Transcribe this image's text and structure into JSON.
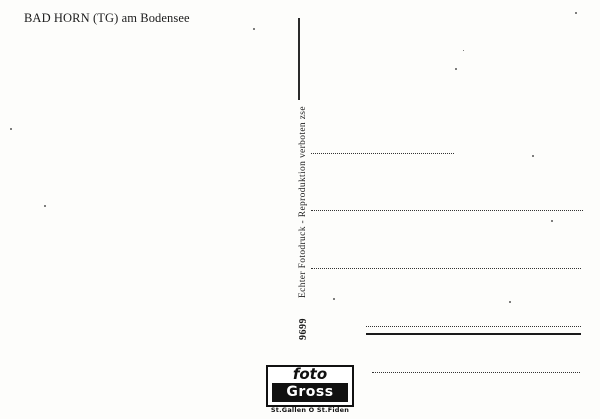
{
  "postcard": {
    "caption": "BAD HORN (TG) am Bodensee",
    "vertical_imprint": "Echter Fotodruck - Reproduktion verboten zse",
    "card_number": "9699",
    "logo": {
      "top_word": "foto",
      "brand_word": "Gross",
      "sub_text": "St.Gallen O St.Fiden"
    }
  }
}
